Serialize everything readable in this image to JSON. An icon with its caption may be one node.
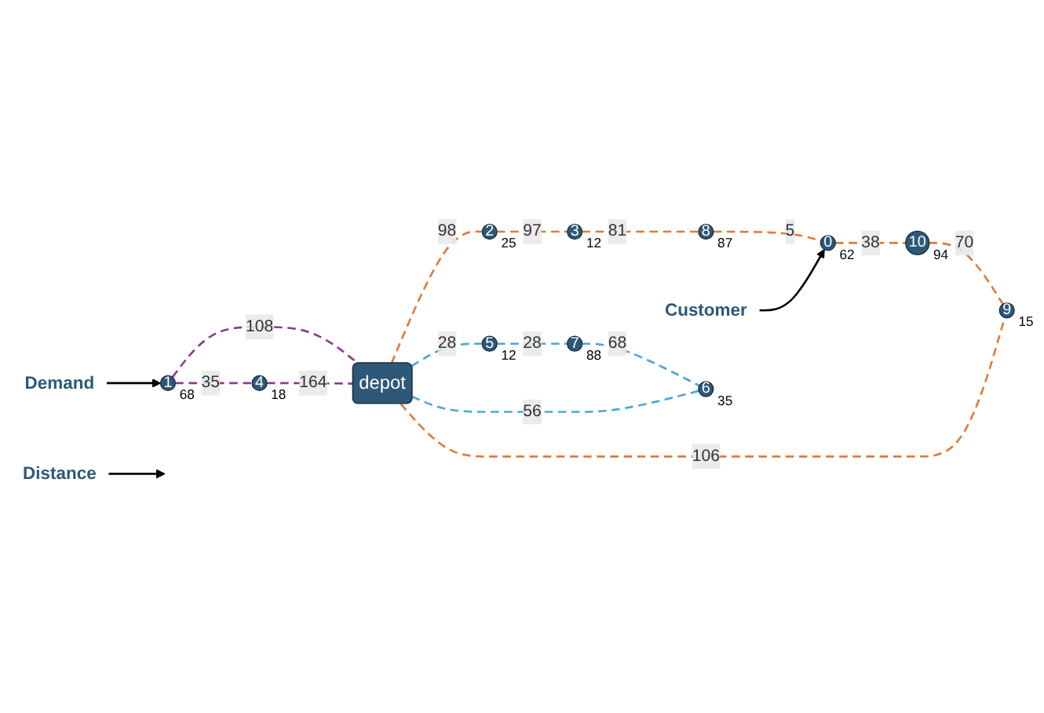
{
  "diagram": {
    "nodes": [
      {
        "text": [
          "Demand"
        ]
      },
      {
        "text": [
          "1"
        ],
        "beside": [
          "68"
        ]
      },
      {
        "text": [
          "2"
        ],
        "beside": [
          "25"
        ]
      },
      {
        "text": [
          "3"
        ],
        "beside": [
          "12"
        ]
      },
      {
        "text": [
          "4"
        ],
        "beside": [
          "18"
        ]
      },
      {
        "text": [
          "8"
        ],
        "beside": [
          "87"
        ]
      },
      {
        "text": [
          "depot"
        ]
      },
      {
        "text": [
          "0"
        ],
        "beside": [
          "62"
        ]
      },
      {
        "text": [
          "Customer"
        ]
      },
      {
        "text": [
          "5"
        ],
        "beside": [
          "12"
        ]
      },
      {
        "text": [
          "6"
        ],
        "beside": [
          "35"
        ]
      },
      {
        "text": [
          "10"
        ],
        "beside": [
          "94"
        ]
      },
      {
        "text": [
          "Distance"
        ]
      },
      {
        "text": [
          "9"
        ],
        "beside": [
          "15"
        ]
      },
      {
        "text": [
          "7"
        ],
        "beside": [
          "88"
        ]
      }
    ],
    "edges": [
      {
        "from": 0,
        "to": 1,
        "arrow": "to",
        "color": "#000000"
      },
      {
        "from": 1,
        "to": 4,
        "arrow": "none",
        "label": "35",
        "style": "dashed",
        "color": "#8e3a8c"
      },
      {
        "from": 1,
        "to": 6,
        "arrow": "none",
        "label": "108",
        "style": "dashed",
        "color": "#8e3a8c"
      },
      {
        "from": 4,
        "to": 6,
        "arrow": "none",
        "label": "164",
        "style": "dashed",
        "color": "#8e3a8c"
      },
      {
        "from": 6,
        "to": 2,
        "arrow": "none",
        "label": "98",
        "style": "dashed",
        "color": "#e07b39"
      },
      {
        "from": 2,
        "to": 3,
        "arrow": "none",
        "label": "97",
        "style": "dashed",
        "color": "#e07b39"
      },
      {
        "from": 3,
        "to": 5,
        "arrow": "none",
        "label": "81",
        "style": "dashed",
        "color": "#e07b39"
      },
      {
        "from": 5,
        "to": 7,
        "arrow": "none",
        "label": "5",
        "style": "dashed",
        "color": "#e07b39"
      },
      {
        "from": 7,
        "to": 11,
        "arrow": "none",
        "label": "38",
        "style": "dashed",
        "color": "#e07b39"
      },
      {
        "from": 11,
        "to": 13,
        "arrow": "none",
        "label": "70",
        "style": "dashed",
        "color": "#e07b39"
      },
      {
        "from": 6,
        "to": 13,
        "arrow": "none",
        "label": "106",
        "style": "dashed",
        "color": "#e07b39"
      },
      {
        "from": 6,
        "to": 9,
        "arrow": "none",
        "label": "28",
        "style": "dashed",
        "color": "#4da6d9"
      },
      {
        "from": 9,
        "to": 14,
        "arrow": "none",
        "label": "28",
        "style": "dashed",
        "color": "#4da6d9"
      },
      {
        "from": 14,
        "to": 10,
        "arrow": "none",
        "label": "68",
        "style": "dashed",
        "color": "#4da6d9"
      },
      {
        "from": 10,
        "to": 6,
        "arrow": "none",
        "label": "56",
        "style": "dashed",
        "color": "#4da6d9"
      },
      {
        "from": 8,
        "to": 7,
        "arrow": "to",
        "color": "#000000"
      },
      {
        "from": 12,
        "to": null,
        "arrow": "to",
        "color": "#000000"
      }
    ]
  }
}
